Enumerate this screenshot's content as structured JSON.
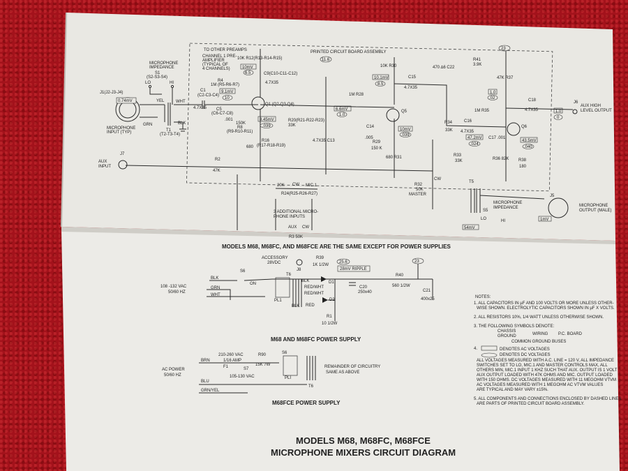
{
  "pcb_label": "PRINTED CIRCUIT BOARD ASSEMBLY",
  "upper": {
    "to_other_preamps": "TO OTHER PREAMPS",
    "channel_note": [
      "CHANNEL 1 PRE-",
      "AMPLIFIER",
      "(TYPICAL OF",
      "4 CHANNELS)"
    ],
    "mic_impedance": [
      "MICROPHONE",
      "IMPEDANCE"
    ],
    "s1": [
      "S1",
      "(S2-S3-S4)"
    ],
    "lo": "LO",
    "hi": "HI",
    "j1": "J1(J2-J3-J4)",
    "j1_volt": "0.74mV",
    "mic_input": [
      "MICROPHONE",
      "INPUT (TYP)"
    ],
    "yel": "YEL",
    "grn": "GRN",
    "wht": "WHT",
    "blk": "BLK",
    "t1": [
      "T1",
      "(T2-T3-T4)"
    ],
    "c1": [
      "C1",
      "(C2-C3-C4)",
      "4.7X35"
    ],
    "r4": [
      "R4",
      "1M (R5-R6-R7)"
    ],
    "v91": "9.1mV",
    "v10": "10",
    "c5": [
      "C5",
      "(C6-C7-C8)"
    ],
    "c001": ".001",
    "r8": [
      "150K",
      "R8",
      "(R9-R10-R11)"
    ],
    "q1": "Q1 (Q2-Q3-Q4)",
    "r12": "10K R12(R13-R14-R15)",
    "v10mv": "10mV",
    "v65": "6.5",
    "c9": [
      "C9(C10-C11-C12)",
      "4.7X35"
    ],
    "v845": "8.45mV",
    "v039": ".039",
    "r20": [
      "R20(R21-R22-R23)",
      "33K"
    ],
    "r16": [
      "R16",
      "(R17-R18-R19)"
    ],
    "r16v": "680",
    "c13": "4.7X35 C13",
    "v116": "11.6",
    "r30": "10K R30",
    "v101": "10.1mV",
    "v85": "8.5",
    "r28": "1M R28",
    "c15": [
      "C15",
      "4.7X35"
    ],
    "v66": "6.6mV",
    "v10b": "1.0",
    "c14": "C14",
    "c005": ".005",
    "r29": [
      "R29",
      "150 K"
    ],
    "q5": "Q5",
    "v10mv2": "10mV",
    "v039b": ".039",
    "r31": "680 R31",
    "c22": "470 ∆6 C22",
    "r41": [
      "R41",
      "3.9K"
    ],
    "v23": "23",
    "r37": "47K R37",
    "v10c": "1.0",
    "v02": ".02",
    "r35": "1M R35",
    "r34": [
      "R34",
      "33K"
    ],
    "c16": [
      "C16",
      "4.7X35"
    ],
    "c18": [
      "C18",
      "4.7X35"
    ],
    "v472": "47.2mV",
    "v024": ".024",
    "c17": "C17 .001",
    "v435": "43.5mV",
    "v040": ".040",
    "q6": "Q6",
    "r36": "R36 82K",
    "r38": [
      "R38",
      "180"
    ],
    "r33": [
      "R33",
      "33K"
    ],
    "v10d": "1.0",
    "v0": "0",
    "j6": "J6",
    "aux_high": [
      "AUX HIGH",
      "LEVEL OUTPUT"
    ],
    "j7": "J7",
    "aux_input": [
      "AUX",
      "INPUT"
    ],
    "r2": [
      "R2",
      "47K"
    ],
    "r24": [
      "20K",
      "CW",
      "MIC.1",
      "R24(R25-R26-R27)"
    ],
    "additional": [
      "3 ADDITIONAL MICRO-",
      "PHONE INPUTS"
    ],
    "r3": [
      "AUX",
      "CW",
      "R3 50K"
    ],
    "r32": [
      "R32",
      "50K",
      "MASTER"
    ],
    "cw": "CW",
    "t5": "T5",
    "s5": "S5",
    "mic_imp2": [
      "MICROPHONE",
      "IMPEDANCE"
    ],
    "lo2": "LO",
    "hi2": "HI",
    "v54": "54mV",
    "v1mv": "1mV",
    "j5": "J5",
    "mic_output": [
      "MICROPHONE",
      "OUTPUT (MALE)"
    ]
  },
  "models_line": "MODELS M68, M68FC, AND M68FCE    ARE THE SAME EXCEPT FOR POWER SUPPLIES",
  "power1": {
    "accessory": [
      "ACCESSORY",
      "28VDC"
    ],
    "j8": "J8",
    "r39": [
      "R39",
      "1K 1/2W"
    ],
    "v256": "25.6",
    "ripple": "28mV RIPPLE",
    "v23": "23",
    "s6": "S6",
    "on": "ON",
    "vac": [
      "108 -132 VAC",
      "50/60 HZ"
    ],
    "blk": "BLK",
    "grn": "GRN",
    "wht": "WHT",
    "t6": "T6",
    "blk_red": [
      "BLK",
      "RED/WHT",
      "RED/WHT",
      "BLK",
      "RED"
    ],
    "d1": "D1",
    "d2": "D2",
    "c20": [
      "C20",
      "250x40"
    ],
    "r40": [
      "R40",
      "560 1/2W"
    ],
    "c21": [
      "C21",
      "400x25"
    ],
    "r1": [
      "R1",
      "10 1/2W"
    ],
    "pl1": "PL1",
    "title": "M68  AND  M68FC  POWER  SUPPLY"
  },
  "power2": {
    "vac": "210-260 VAC",
    "amp": "1/16 AMP",
    "f1": "F1",
    "r90": "R90",
    "r90v": "15K 7W",
    "s6": "S6",
    "s7": "S7",
    "v105": "105-130 VAC",
    "ac": [
      "AC POWER",
      "50/60 HZ"
    ],
    "brn": "BRN",
    "blu": "BLU",
    "grnyel": "GRN/YEL",
    "remainder": [
      "REMAINDER OF CIRCUITRY",
      "SAME AS ABOVE"
    ],
    "t6": "T6",
    "pl1": "PLI",
    "title": "M68FCE  POWER  SUPPLY"
  },
  "notes": {
    "head": "NOTES:",
    "n1": [
      "1. ALL CAPACITORS IN µF AND 100 VOLTS OR MORE UNLESS OTHER-",
      "WISE SHOWN. ELECTROLYTIC CAPACITORS SHOWN IN µF X VOLTS."
    ],
    "n2": "2. ALL RESISTORS 10%, 1/4 WATT UNLESS OTHERWISE SHOWN.",
    "n3": "3. THE FOLLOWING SYMBOLS DENOTE:",
    "n3a": [
      "CHASSIS",
      "GROUND"
    ],
    "n3b": [
      "WIRING",
      "P.C. BOARD"
    ],
    "n3c": "COMMON GROUND BUSES",
    "n4": "4.",
    "n4a": "DENOTES AC VOLTAGES",
    "n4b": "DENOTES DC VOLTAGES",
    "n4c": [
      "ALL VOLTAGES MEASURED WITH A.C. LINE = 120 V, ALL IMPEDANCE",
      "SWITCHES SET TO LO, MIC.1 AND MASTER CONTROLS MAX, ALL",
      "OTHERS MIN, MIC.1 INPUT 1 KHZ SUCH THAT AUX. OUTPUT IS 1 VOLT",
      "AUX OUTPUT LOADED WITH 47K OHMS AND MIC. OUTPUT LOADED",
      "WITH 150 OHMS.  DC VOLTAGES MEASURED WITH 11 MEGOHM VTVM",
      "AC VOLTAGES MEASURED WITH 1 MEGOHM AC VTVM  VALUES",
      "ARE TYPICAL AND MAY VARY ±15%."
    ],
    "n5": [
      "5. ALL COMPONENTS AND CONNECTIONS ENCLOSED BY DASHED LINES",
      "ARE PARTS OF PRINTED CIRCUIT BOARD ASSEMBLY."
    ]
  },
  "title": [
    "MODELS M68, M68FC, M68FCE",
    "MICROPHONE MIXERS CIRCUIT DIAGRAM"
  ]
}
